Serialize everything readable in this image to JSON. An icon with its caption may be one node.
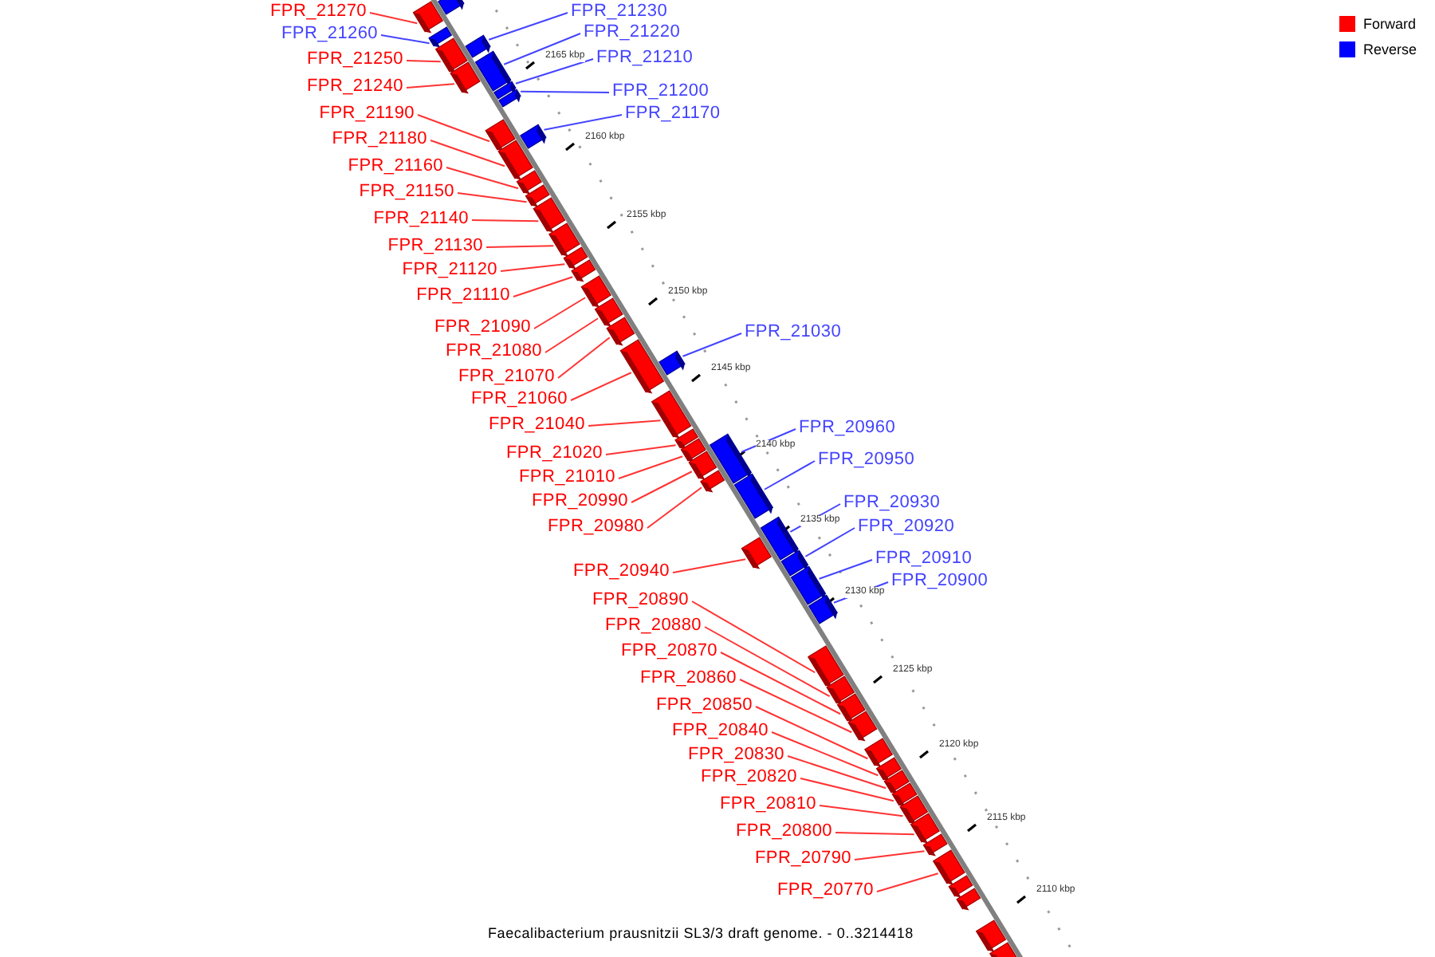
{
  "diagram": {
    "caption": "Faecalibacterium prausnitzii SL3/3 draft genome. - 0..3214418",
    "nodes": [
      {
        "text": [
          "FPR_21270"
        ]
      },
      {
        "text": [
          "FPR_21260"
        ]
      },
      {
        "text": [
          "FPR_21250"
        ]
      },
      {
        "text": [
          "FPR_21240"
        ]
      },
      {
        "text": [
          "FPR_21190"
        ]
      },
      {
        "text": [
          "FPR_21180"
        ]
      },
      {
        "text": [
          "FPR_21160"
        ]
      },
      {
        "text": [
          "FPR_21150"
        ]
      },
      {
        "text": [
          "FPR_21140"
        ]
      },
      {
        "text": [
          "FPR_21130"
        ]
      },
      {
        "text": [
          "FPR_21120"
        ]
      },
      {
        "text": [
          "FPR_21110"
        ]
      },
      {
        "text": [
          "FPR_21090"
        ]
      },
      {
        "text": [
          "FPR_21080"
        ]
      },
      {
        "text": [
          "FPR_21070"
        ]
      },
      {
        "text": [
          "FPR_21060"
        ]
      },
      {
        "text": [
          "FPR_21040"
        ]
      },
      {
        "text": [
          "FPR_21020"
        ]
      },
      {
        "text": [
          "FPR_21010"
        ]
      },
      {
        "text": [
          "FPR_20990"
        ]
      },
      {
        "text": [
          "FPR_20980"
        ]
      },
      {
        "text": [
          "FPR_20940"
        ]
      },
      {
        "text": [
          "FPR_20890"
        ]
      },
      {
        "text": [
          "FPR_20880"
        ]
      },
      {
        "text": [
          "FPR_20870"
        ]
      },
      {
        "text": [
          "FPR_20860"
        ]
      },
      {
        "text": [
          "FPR_20850"
        ]
      },
      {
        "text": [
          "FPR_20840"
        ]
      },
      {
        "text": [
          "FPR_20830"
        ]
      },
      {
        "text": [
          "FPR_20820"
        ]
      },
      {
        "text": [
          "FPR_20810"
        ]
      },
      {
        "text": [
          "FPR_20800"
        ]
      },
      {
        "text": [
          "FPR_20790"
        ]
      },
      {
        "text": [
          "FPR_20770"
        ]
      },
      {
        "text": [
          "FPR_21230"
        ]
      },
      {
        "text": [
          "FPR_21220"
        ]
      },
      {
        "text": [
          "FPR_21210"
        ]
      },
      {
        "text": [
          "FPR_21200"
        ]
      },
      {
        "text": [
          "FPR_21170"
        ]
      },
      {
        "text": [
          "FPR_21030"
        ]
      },
      {
        "text": [
          "FPR_20960"
        ]
      },
      {
        "text": [
          "FPR_20950"
        ]
      },
      {
        "text": [
          "FPR_20930"
        ]
      },
      {
        "text": [
          "FPR_20920"
        ]
      },
      {
        "text": [
          "FPR_20910"
        ]
      },
      {
        "text": [
          "FPR_20900"
        ]
      },
      {
        "text": [],
        "shape": "bar"
      },
      {
        "text": [],
        "shape": "bar"
      },
      {
        "text": [],
        "shape": "bar"
      },
      {
        "text": [],
        "shape": "bar"
      },
      {
        "text": [],
        "shape": "bar"
      },
      {
        "text": [],
        "shape": "bar"
      },
      {
        "text": [],
        "shape": "bar"
      },
      {
        "text": [],
        "shape": "bar"
      },
      {
        "text": [],
        "shape": "bar"
      },
      {
        "text": [],
        "shape": "bar"
      },
      {
        "text": [],
        "shape": "bar"
      },
      {
        "text": [],
        "shape": "bar"
      },
      {
        "text": [],
        "shape": "bar"
      },
      {
        "text": [],
        "shape": "bar"
      },
      {
        "text": [],
        "shape": "bar"
      },
      {
        "text": [],
        "shape": "bar"
      },
      {
        "text": [],
        "shape": "bar"
      },
      {
        "text": [],
        "shape": "bar"
      },
      {
        "text": [],
        "shape": "bar"
      },
      {
        "text": [],
        "shape": "bar"
      },
      {
        "text": [],
        "shape": "bar"
      },
      {
        "text": [],
        "shape": "bar"
      },
      {
        "text": [],
        "shape": "bar"
      },
      {
        "text": [],
        "shape": "bar"
      },
      {
        "text": [],
        "shape": "bar"
      },
      {
        "text": [],
        "shape": "bar"
      },
      {
        "text": [],
        "shape": "bar"
      },
      {
        "text": [],
        "shape": "bar"
      },
      {
        "text": [],
        "shape": "bar"
      },
      {
        "text": [],
        "shape": "bar"
      },
      {
        "text": [],
        "shape": "bar"
      },
      {
        "text": [],
        "shape": "bar"
      },
      {
        "text": [],
        "shape": "bar"
      },
      {
        "text": [],
        "shape": "bar"
      },
      {
        "text": [],
        "shape": "bar"
      },
      {
        "text": [],
        "shape": "bar"
      },
      {
        "text": [],
        "shape": "bar"
      },
      {
        "text": [],
        "shape": "bar"
      },
      {
        "text": [],
        "shape": "bar"
      },
      {
        "text": [],
        "shape": "bar"
      },
      {
        "text": [],
        "shape": "bar"
      },
      {
        "text": [],
        "shape": "bar"
      },
      {
        "text": [],
        "shape": "bar"
      },
      {
        "text": [],
        "shape": "bar"
      },
      {
        "text": [],
        "shape": "bar"
      },
      {
        "text": [],
        "shape": "bar"
      },
      {
        "text": [],
        "shape": "bar"
      },
      {
        "text": [],
        "shape": "bar"
      },
      {
        "text": [],
        "shape": "bar"
      },
      {
        "text": [],
        "shape": "bar"
      },
      {
        "text": [],
        "shape": "bar"
      }
    ],
    "edges": [
      {
        "from": 0,
        "to": 46,
        "arrow": "none"
      },
      {
        "from": 1,
        "to": 47,
        "arrow": "none",
        "color": "#4444ff"
      },
      {
        "from": 2,
        "to": 48,
        "arrow": "none"
      },
      {
        "from": 3,
        "to": 49,
        "arrow": "none"
      },
      {
        "from": 4,
        "to": 50,
        "arrow": "none"
      },
      {
        "from": 5,
        "to": 51,
        "arrow": "none"
      },
      {
        "from": 6,
        "to": 52,
        "arrow": "none"
      },
      {
        "from": 7,
        "to": 53,
        "arrow": "none"
      },
      {
        "from": 8,
        "to": 54,
        "arrow": "none"
      },
      {
        "from": 9,
        "to": 55,
        "arrow": "none"
      },
      {
        "from": 10,
        "to": 56,
        "arrow": "none"
      },
      {
        "from": 11,
        "to": 57,
        "arrow": "none"
      },
      {
        "from": 12,
        "to": 58,
        "arrow": "none"
      },
      {
        "from": 13,
        "to": 59,
        "arrow": "none"
      },
      {
        "from": 14,
        "to": 60,
        "arrow": "none"
      },
      {
        "from": 15,
        "to": 61,
        "arrow": "none"
      },
      {
        "from": 16,
        "to": 62,
        "arrow": "none"
      },
      {
        "from": 17,
        "to": 63,
        "arrow": "none"
      },
      {
        "from": 18,
        "to": 64,
        "arrow": "none"
      },
      {
        "from": 19,
        "to": 65,
        "arrow": "none"
      },
      {
        "from": 20,
        "to": 66,
        "arrow": "none"
      },
      {
        "from": 21,
        "to": 67,
        "arrow": "none"
      },
      {
        "from": 22,
        "to": 68,
        "arrow": "none"
      },
      {
        "from": 23,
        "to": 69,
        "arrow": "none"
      },
      {
        "from": 24,
        "to": 70,
        "arrow": "none"
      },
      {
        "from": 25,
        "to": 71,
        "arrow": "none"
      },
      {
        "from": 26,
        "to": 72,
        "arrow": "none"
      },
      {
        "from": 27,
        "to": 73,
        "arrow": "none"
      },
      {
        "from": 28,
        "to": 74,
        "arrow": "none"
      },
      {
        "from": 29,
        "to": 75,
        "arrow": "none"
      },
      {
        "from": 30,
        "to": 76,
        "arrow": "none"
      },
      {
        "from": 31,
        "to": 77,
        "arrow": "none"
      },
      {
        "from": 32,
        "to": 78,
        "arrow": "none"
      },
      {
        "from": 33,
        "to": 79,
        "arrow": "none"
      },
      {
        "from": 34,
        "to": 80,
        "arrow": "none",
        "color": "#4444ff"
      },
      {
        "from": 35,
        "to": 81,
        "arrow": "none",
        "color": "#4444ff"
      },
      {
        "from": 36,
        "to": 82,
        "arrow": "none",
        "color": "#4444ff"
      },
      {
        "from": 37,
        "to": 83,
        "arrow": "none",
        "color": "#4444ff"
      },
      {
        "from": 38,
        "to": 84,
        "arrow": "none",
        "color": "#4444ff"
      },
      {
        "from": 39,
        "to": 85,
        "arrow": "none",
        "color": "#4444ff"
      },
      {
        "from": 40,
        "to": 86,
        "arrow": "none",
        "color": "#4444ff"
      },
      {
        "from": 41,
        "to": 87,
        "arrow": "none",
        "color": "#4444ff"
      },
      {
        "from": 42,
        "to": 88,
        "arrow": "none",
        "color": "#4444ff"
      },
      {
        "from": 43,
        "to": 89,
        "arrow": "none",
        "color": "#4444ff"
      },
      {
        "from": 44,
        "to": 90,
        "arrow": "none",
        "color": "#4444ff"
      },
      {
        "from": 45,
        "to": 91,
        "arrow": "none",
        "color": "#4444ff"
      }
    ],
    "labels": [
      "2165 kbp",
      "2160 kbp",
      "2155 kbp",
      "2150 kbp",
      "2145 kbp",
      "2140 kbp",
      "2135 kbp",
      "2130 kbp",
      "2125 kbp",
      "2120 kbp",
      "2115 kbp",
      "2110 kbp"
    ],
    "legend": [
      {
        "text": "Forward",
        "color": "#ff0000"
      },
      {
        "text": "Reverse",
        "color": "#0000ff"
      }
    ]
  }
}
